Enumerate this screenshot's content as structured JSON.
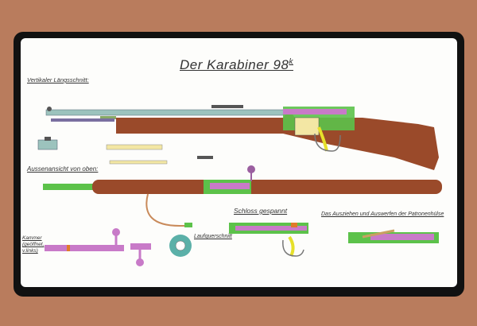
{
  "poster": {
    "title": "Der Karabiner 98",
    "title_superscript": "k",
    "sections": {
      "longitudinal": "Vertikaler Längsschnitt:",
      "top_view": "Aussenansicht von oben:",
      "bolt_cocked": "Schloss gespannt",
      "extraction": "Das Ausziehen und Auswerfen der Patronenhülse",
      "bolt_open": "Kammer (geöffnet, v.links)",
      "barrel_cross_section": "Laufquerschnitt"
    }
  },
  "colors": {
    "background": "#b97c5d",
    "frame": "#111111",
    "wood": "#9a4a2a",
    "barrel": "#9cc3bd",
    "receiver": "#5cc24a",
    "bolt": "#c87ac8",
    "trigger": "#e6e02a"
  }
}
